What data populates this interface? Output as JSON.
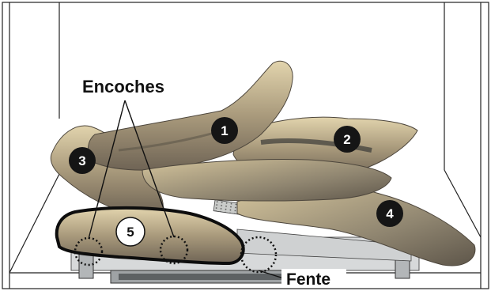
{
  "labels": {
    "notches": "Encoches",
    "slot": "Fente"
  },
  "markers": [
    "1",
    "2",
    "3",
    "4",
    "5"
  ],
  "colors": {
    "log_light": "#d9c9a2",
    "log_mid": "#a49477",
    "log_dark": "#6f6455",
    "char": "#3b3a38",
    "frame": "#b9bcbe",
    "outline": "#111111"
  }
}
